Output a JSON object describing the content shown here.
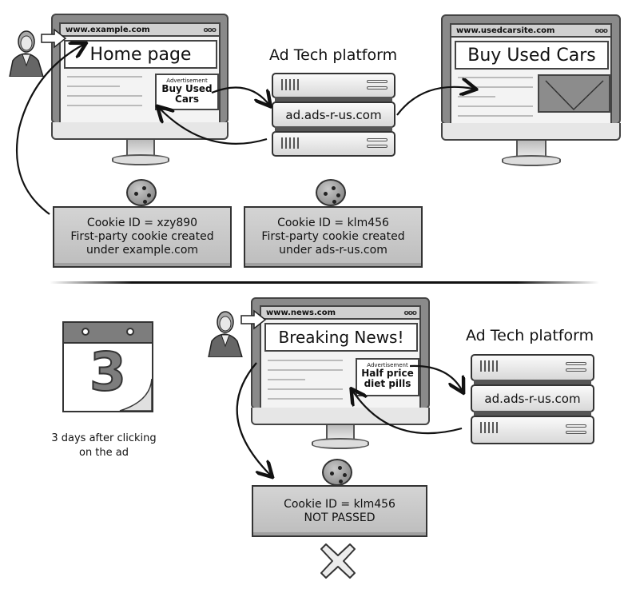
{
  "top_scenario": {
    "publisher_site": {
      "url": "www.example.com",
      "window_controls": "ooo",
      "headline": "Home page",
      "ad": {
        "label": "Advertisement",
        "text_line1": "Buy Used",
        "text_line2": "Cars"
      }
    },
    "ad_tech": {
      "title": "Ad Tech platform",
      "server_domain": "ad.ads-r-us.com"
    },
    "advertiser_site": {
      "url": "www.usedcarsite.com",
      "window_controls": "ooo",
      "headline": "Buy Used Cars"
    },
    "cookies": [
      {
        "line1": "Cookie ID = xzy890",
        "line2": "First-party cookie created",
        "line3": "under example.com"
      },
      {
        "line1": "Cookie ID = klm456",
        "line2": "First-party cookie created",
        "line3": "under ads-r-us.com"
      }
    ]
  },
  "bottom_scenario": {
    "calendar": {
      "day": "3",
      "caption_line1": "3 days after clicking",
      "caption_line2": "on the ad"
    },
    "publisher_site": {
      "url": "www.news.com",
      "window_controls": "ooo",
      "headline": "Breaking News!",
      "ad": {
        "label": "Advertisement",
        "text_line1": "Half price",
        "text_line2": "diet pills"
      }
    },
    "ad_tech": {
      "title": "Ad Tech platform",
      "server_domain": "ad.ads-r-us.com"
    },
    "cookie": {
      "line1": "Cookie ID = klm456",
      "line2": "NOT PASSED"
    },
    "result_icon": "x-mark-icon"
  },
  "colors": {
    "line": "#111111",
    "bezel": "#8a8a8a",
    "cookie_box": "#c8c8c8"
  }
}
